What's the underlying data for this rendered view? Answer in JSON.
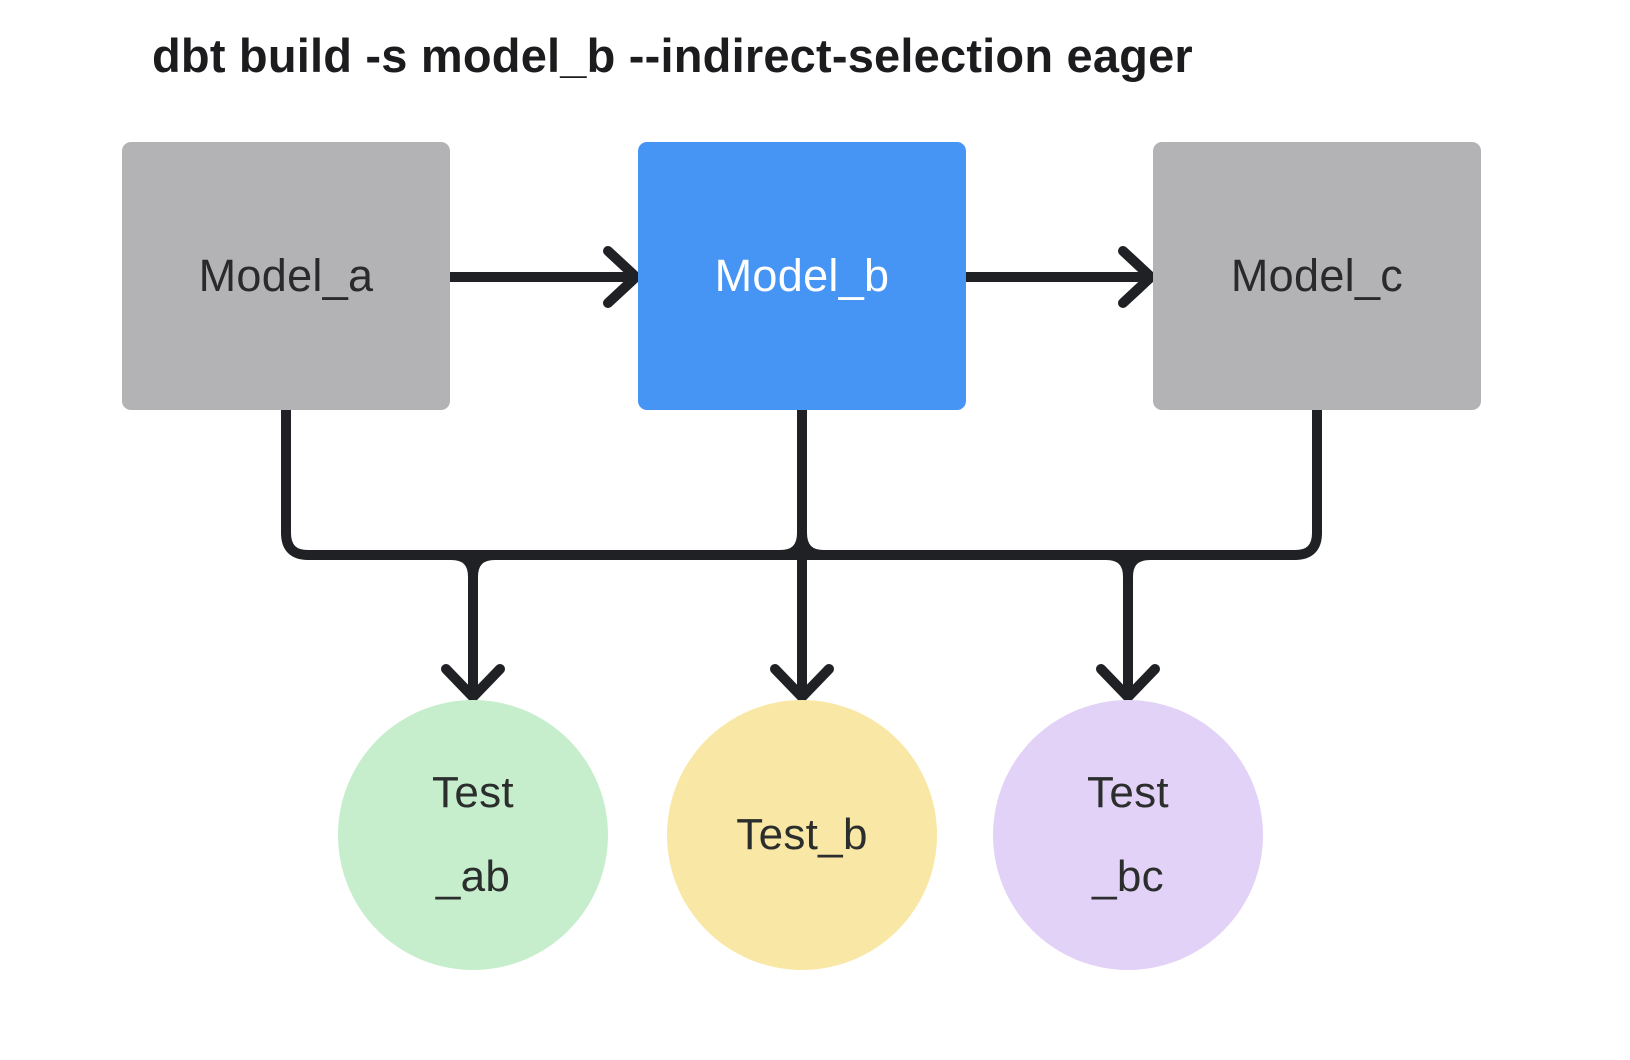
{
  "title": "dbt build -s model_b --indirect-selection eager",
  "colors": {
    "background": "#ffffff",
    "line": "#202124",
    "title_text": "#1c1c1e",
    "model_unselected_fill": "#b3b3b5",
    "model_selected_fill": "#4695f4",
    "model_text_dark": "#2a2a2c",
    "model_text_light": "#ffffff",
    "test_ab_fill": "#c6eecd",
    "test_b_fill": "#f9e7a6",
    "test_bc_fill": "#e3d2f7",
    "test_text": "#2b2e2c"
  },
  "nodes": {
    "model_a": {
      "label": "Model_a",
      "selected": false
    },
    "model_b": {
      "label": "Model_b",
      "selected": true
    },
    "model_c": {
      "label": "Model_c",
      "selected": false
    },
    "test_ab": {
      "line1": "Test",
      "line2": "_ab"
    },
    "test_b": {
      "line1": "Test_b"
    },
    "test_bc": {
      "line1": "Test",
      "line2": "_bc"
    }
  },
  "edges": [
    {
      "from": "Model_a",
      "to": "Model_b"
    },
    {
      "from": "Model_b",
      "to": "Model_c"
    },
    {
      "from": "Model_a",
      "to": "Test_ab"
    },
    {
      "from": "Model_b",
      "to": "Test_ab"
    },
    {
      "from": "Model_b",
      "to": "Test_b"
    },
    {
      "from": "Model_b",
      "to": "Test_bc"
    },
    {
      "from": "Model_c",
      "to": "Test_bc"
    }
  ]
}
